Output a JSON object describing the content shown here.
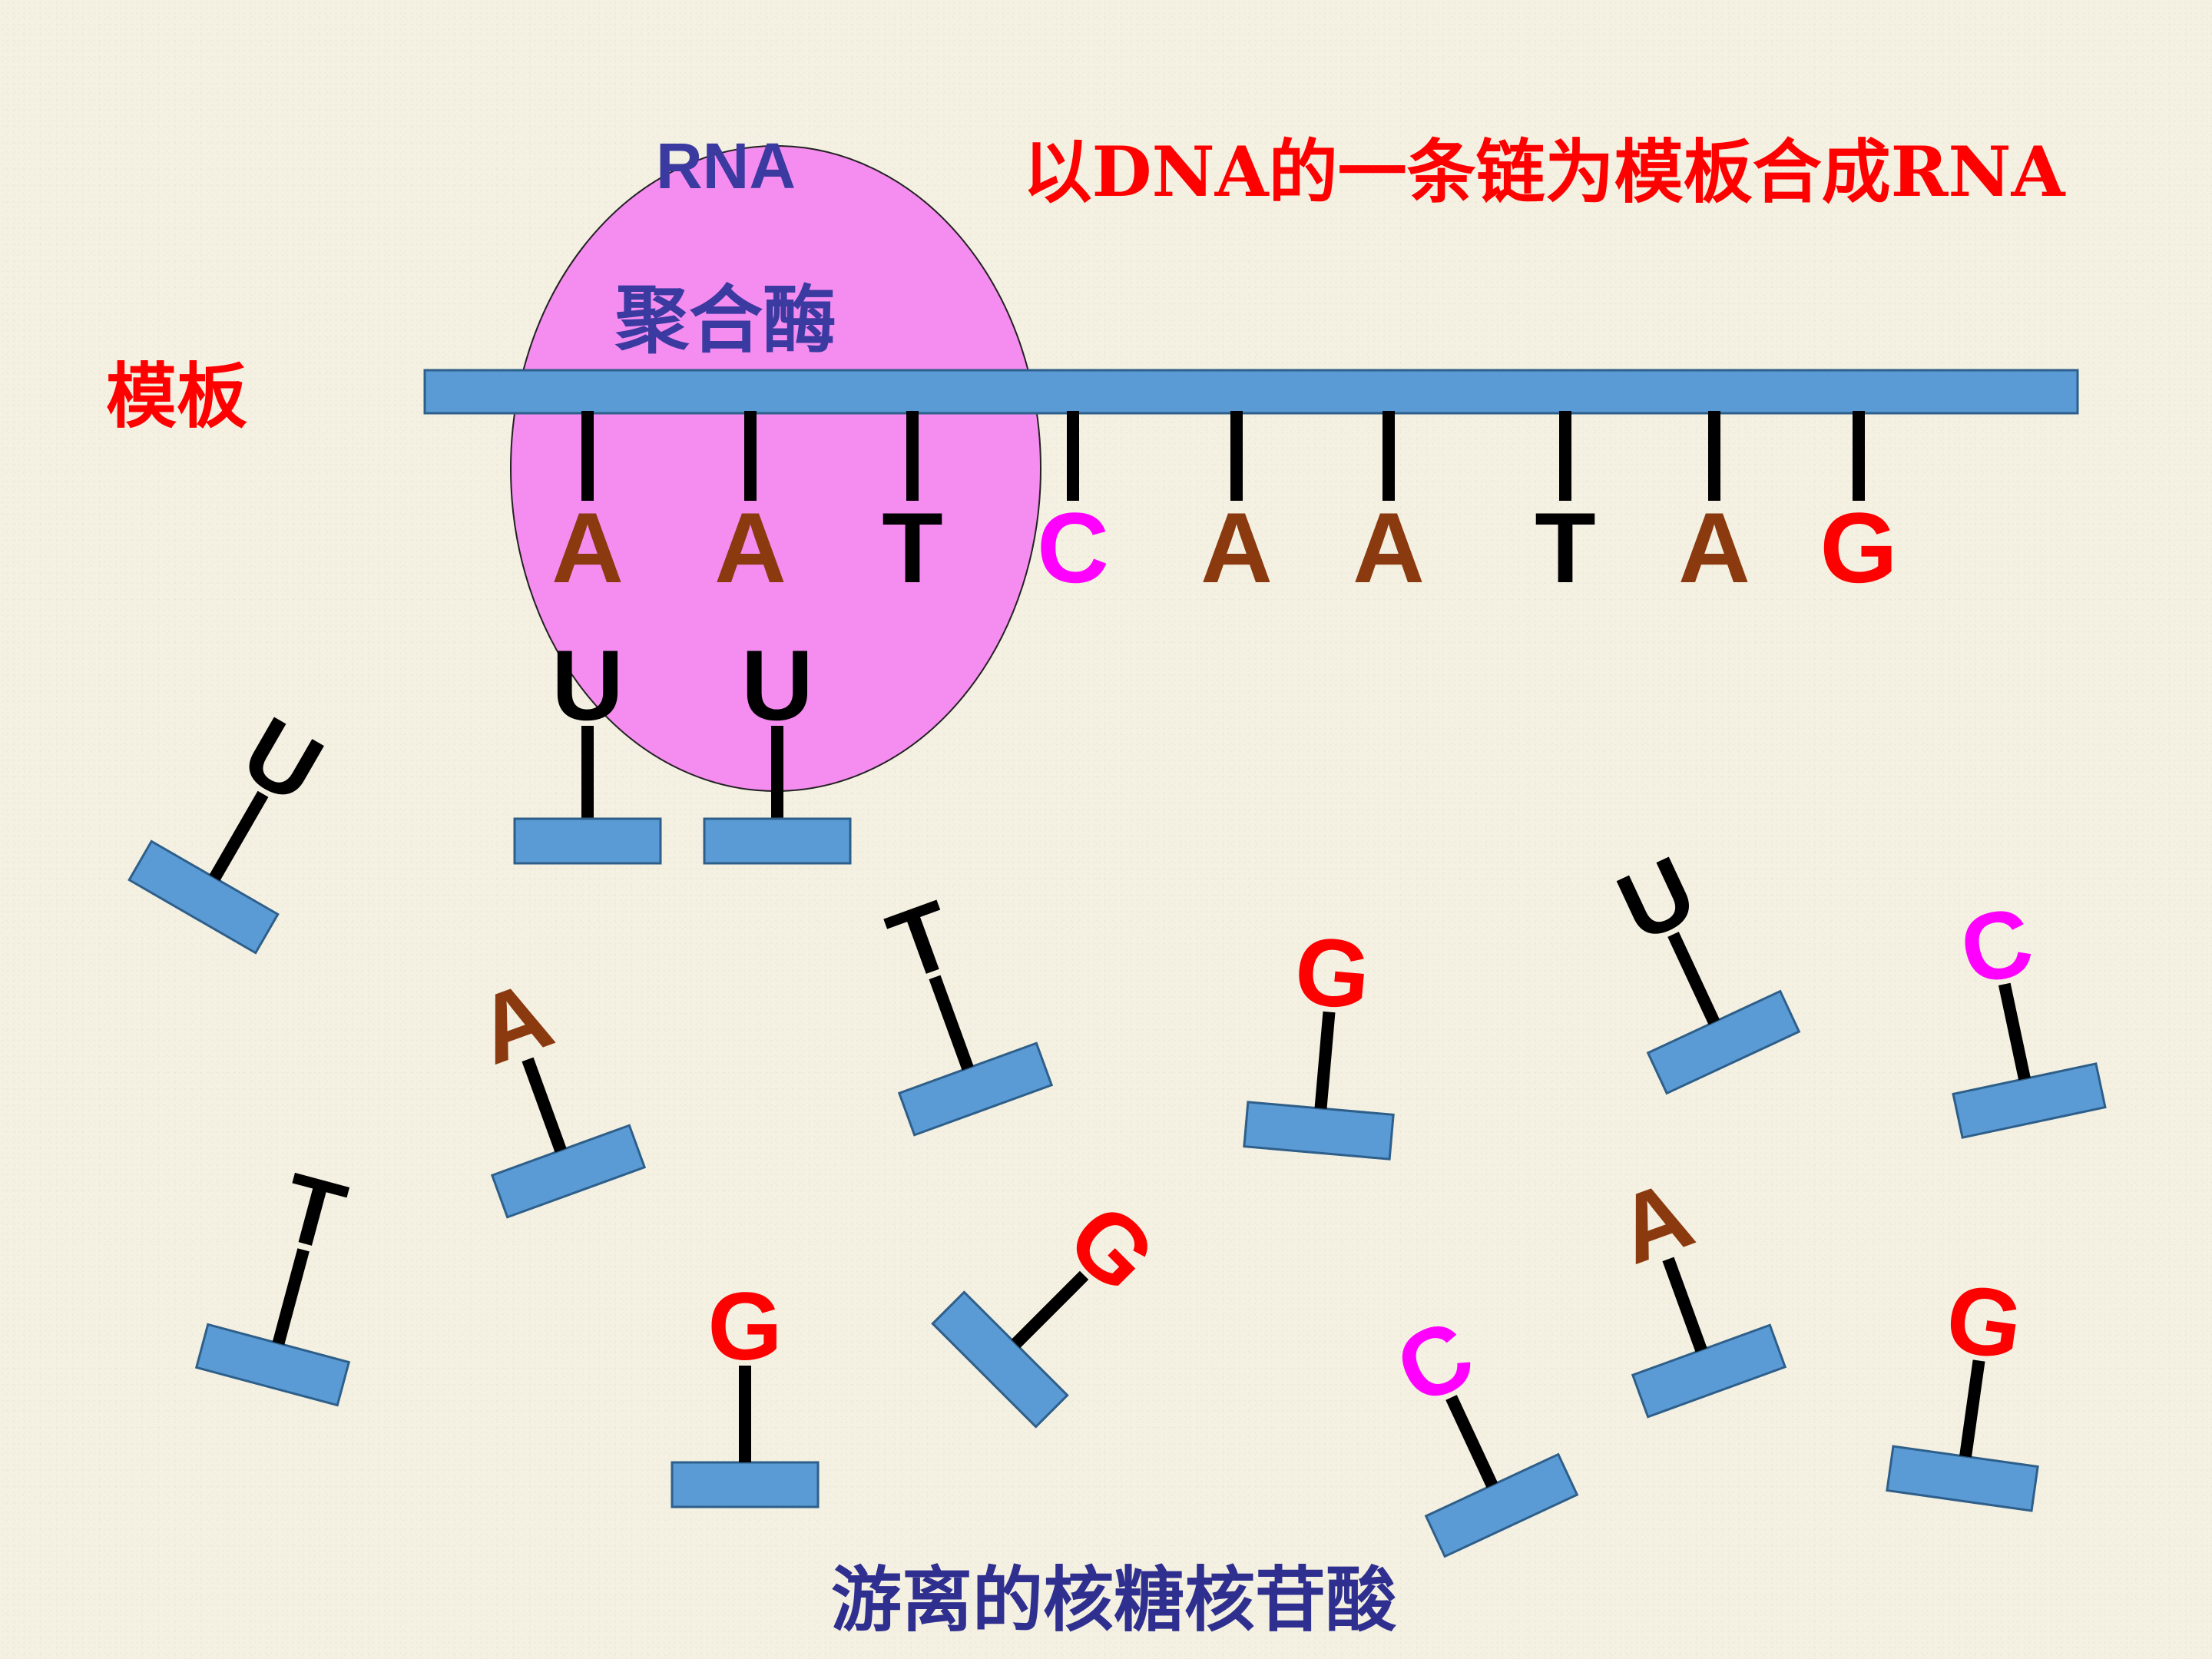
{
  "title": "以DNA的一条链为模板合成RNA",
  "template_label": "模板",
  "enzyme": {
    "line1": "RNA",
    "line2": "聚合酶"
  },
  "free_label": "游离的核糖核苷酸",
  "colors": {
    "A": "#8b3a0f",
    "T": "#000000",
    "C": "#ff00ff",
    "G": "#ff0000",
    "U": "#000000",
    "sugar": "#5b9bd5",
    "enzyme_fill": "#f58cf0",
    "title_red": "#ff0000",
    "enzyme_text": "#3a3aa0",
    "free_label": "#2f2f8f"
  },
  "template_bases": [
    "A",
    "A",
    "T",
    "C",
    "A",
    "A",
    "T",
    "A",
    "G"
  ],
  "paired_rna_bases": [
    "U",
    "U"
  ],
  "free_nucleotides": [
    "U",
    "A",
    "T",
    "G",
    "U",
    "C",
    "T",
    "G",
    "G",
    "C",
    "A",
    "G"
  ]
}
